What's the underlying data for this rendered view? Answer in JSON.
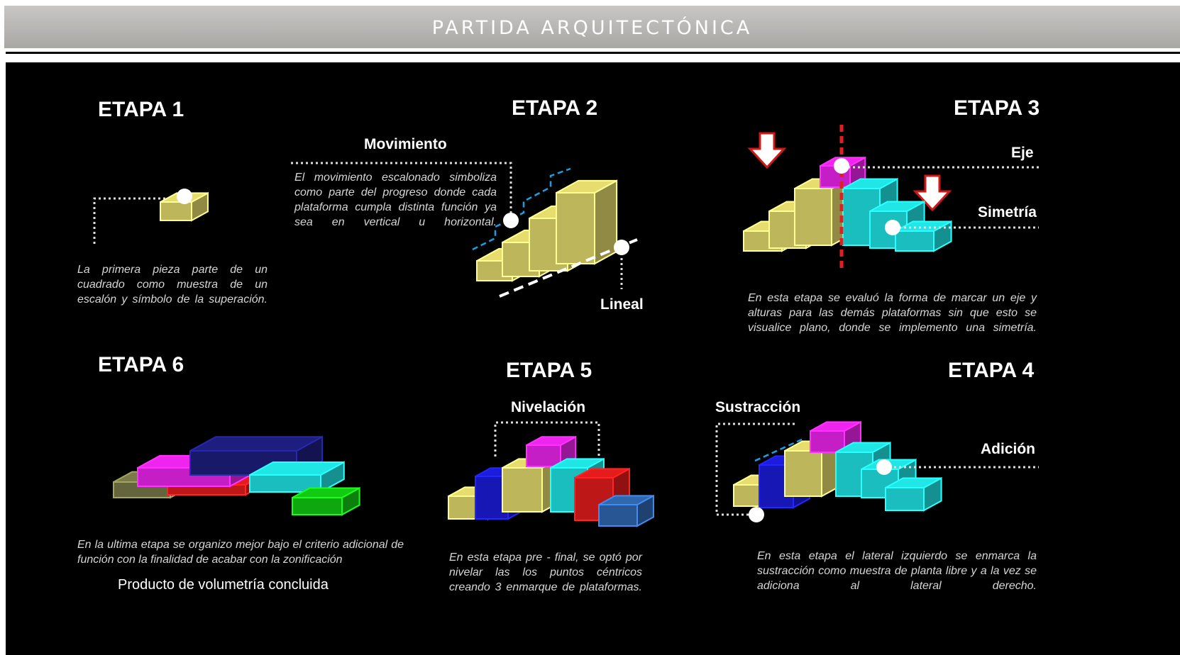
{
  "header": {
    "title": "PARTIDA ARQUITECTÓNICA"
  },
  "stages": {
    "s1": {
      "title": "ETAPA 1",
      "desc": "La primera pieza parte de un cuadrado como muestra de un escalón y símbolo de la superación."
    },
    "s2": {
      "title": "ETAPA 2",
      "label_movimiento": "Movimiento",
      "label_lineal": "Lineal",
      "desc": "El movimiento escalonado simboliza como parte del progreso donde cada plataforma cumpla distinta función ya sea en vertical u horizontal."
    },
    "s3": {
      "title": "ETAPA 3",
      "label_eje": "Eje",
      "label_simetria": "Simetría",
      "desc": "En esta etapa se evaluó la forma de marcar un eje y alturas para las demás plataformas sin que esto se visualice plano, donde se implemento una simetría."
    },
    "s4": {
      "title": "ETAPA 4",
      "label_sustraccion": "Sustracción",
      "label_adicion": "Adición",
      "desc": "En esta etapa el lateral izquierdo se enmarca la sustracción como muestra de planta libre y a la vez se adiciona al lateral derecho."
    },
    "s5": {
      "title": "ETAPA 5",
      "label_nivelacion": "Nivelación",
      "desc": "En esta etapa pre - final, se optó por nivelar las los puntos céntricos creando 3 enmarque de plataformas."
    },
    "s6": {
      "title": "ETAPA 6",
      "desc": "En la ultima etapa se organizo mejor bajo el criterio adicional de función con la finalidad de acabar con la zonificación",
      "caption": "Producto de volumetría concluida"
    }
  },
  "colors": {
    "yellow": "#c8c060",
    "cyan": "#1cc8c8",
    "magenta": "#d020d0",
    "blue": "#1818c0",
    "red": "#c81818",
    "steel": "#2a5a9a",
    "navy": "#1a1a70",
    "olive": "#6a6a40",
    "green": "#10b010"
  }
}
